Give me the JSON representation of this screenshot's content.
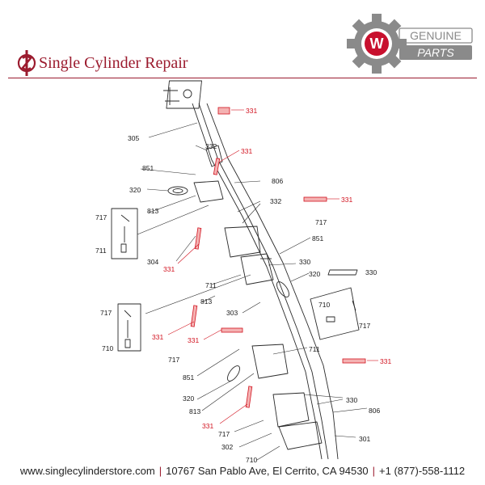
{
  "header": {
    "brand_name": "Single Cylinder Repair",
    "badge_line1": "GENUINE",
    "badge_line2": "PARTS",
    "badge_mark": "W"
  },
  "footer": {
    "website": "www.singlecylinderstore.com",
    "address": "10767 San Pablo Ave, El Cerrito, CA 94530",
    "phone": "+1 (877)-558-1112",
    "separator": "|"
  },
  "colors": {
    "brand_red": "#9b1b2e",
    "callout_red": "#d2121f",
    "badge_gray": "#8a8a8a"
  },
  "diagram": {
    "part_labels": [
      {
        "id": "305",
        "text": "305",
        "highlight": false
      },
      {
        "id": "331a",
        "text": "331",
        "highlight": true
      },
      {
        "id": "332a",
        "text": "332",
        "highlight": false
      },
      {
        "id": "331b",
        "text": "331",
        "highlight": true
      },
      {
        "id": "851a",
        "text": "851",
        "highlight": false
      },
      {
        "id": "806a",
        "text": "806",
        "highlight": false
      },
      {
        "id": "320a",
        "text": "320",
        "highlight": false
      },
      {
        "id": "332b",
        "text": "332",
        "highlight": false
      },
      {
        "id": "331c",
        "text": "331",
        "highlight": true
      },
      {
        "id": "813a",
        "text": "813",
        "highlight": false
      },
      {
        "id": "717a",
        "text": "717",
        "highlight": false
      },
      {
        "id": "717b",
        "text": "717",
        "highlight": false
      },
      {
        "id": "851b",
        "text": "851",
        "highlight": false
      },
      {
        "id": "711a",
        "text": "711",
        "highlight": false
      },
      {
        "id": "304",
        "text": "304",
        "highlight": false
      },
      {
        "id": "330a",
        "text": "330",
        "highlight": false
      },
      {
        "id": "331d",
        "text": "331",
        "highlight": true
      },
      {
        "id": "320b",
        "text": "320",
        "highlight": false
      },
      {
        "id": "330b",
        "text": "330",
        "highlight": false
      },
      {
        "id": "711b",
        "text": "711",
        "highlight": false
      },
      {
        "id": "813b",
        "text": "813",
        "highlight": false
      },
      {
        "id": "710a",
        "text": "710",
        "highlight": false
      },
      {
        "id": "717c",
        "text": "717",
        "highlight": false
      },
      {
        "id": "303",
        "text": "303",
        "highlight": false
      },
      {
        "id": "717d",
        "text": "717",
        "highlight": false
      },
      {
        "id": "331e",
        "text": "331",
        "highlight": true
      },
      {
        "id": "331f",
        "text": "331",
        "highlight": true
      },
      {
        "id": "710b",
        "text": "710",
        "highlight": false
      },
      {
        "id": "711c",
        "text": "711",
        "highlight": false
      },
      {
        "id": "717e",
        "text": "717",
        "highlight": false
      },
      {
        "id": "331g",
        "text": "331",
        "highlight": true
      },
      {
        "id": "851c",
        "text": "851",
        "highlight": false
      },
      {
        "id": "320c",
        "text": "320",
        "highlight": false
      },
      {
        "id": "330c",
        "text": "330",
        "highlight": false
      },
      {
        "id": "813c",
        "text": "813",
        "highlight": false
      },
      {
        "id": "806b",
        "text": "806",
        "highlight": false
      },
      {
        "id": "331h",
        "text": "331",
        "highlight": true
      },
      {
        "id": "717f",
        "text": "717",
        "highlight": false
      },
      {
        "id": "301",
        "text": "301",
        "highlight": false
      },
      {
        "id": "302",
        "text": "302",
        "highlight": false
      },
      {
        "id": "710c",
        "text": "710",
        "highlight": false
      }
    ]
  }
}
